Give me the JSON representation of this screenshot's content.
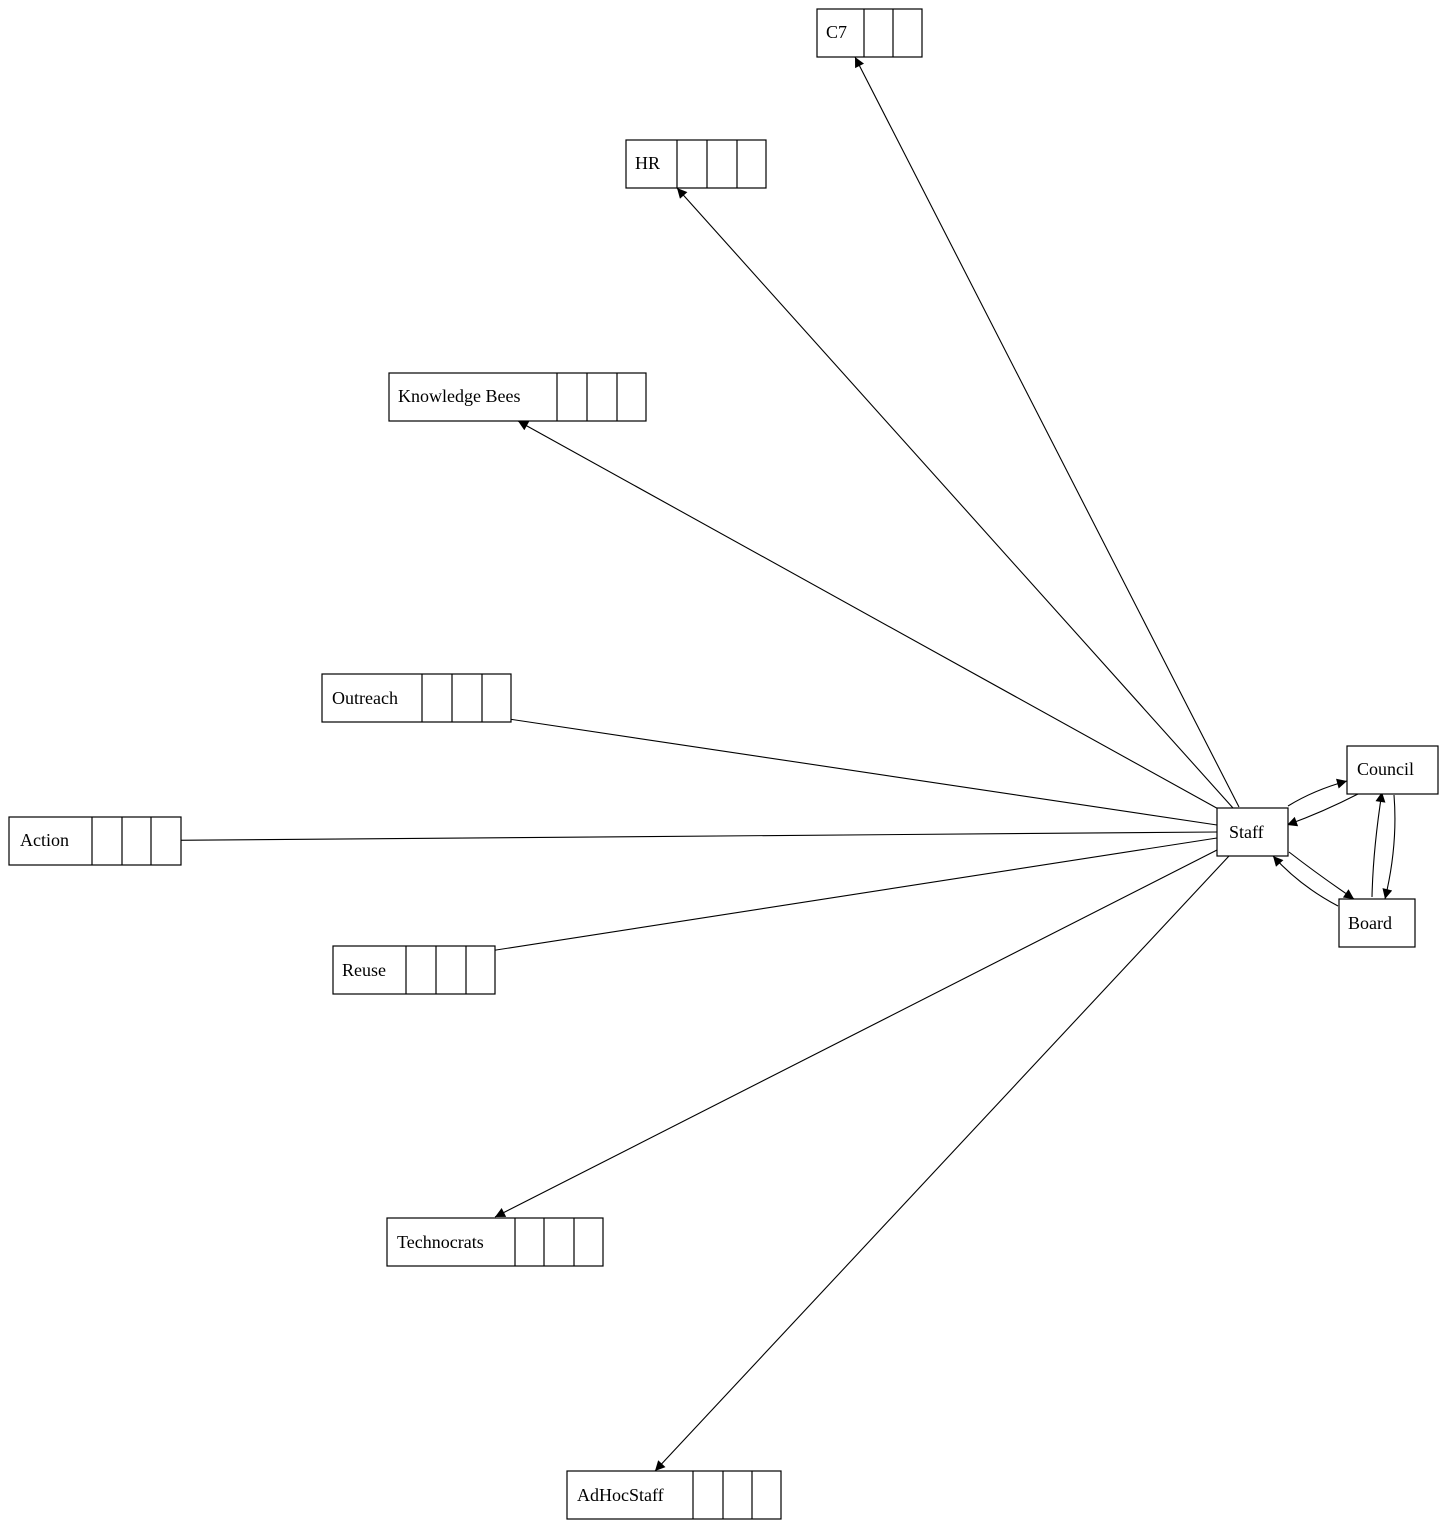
{
  "diagram": {
    "nodes": {
      "c7": {
        "label": "C7",
        "cells": 2
      },
      "hr": {
        "label": "HR",
        "cells": 3
      },
      "knowledge_bees": {
        "label": "Knowledge Bees",
        "cells": 3
      },
      "outreach": {
        "label": "Outreach",
        "cells": 3
      },
      "action": {
        "label": "Action",
        "cells": 3
      },
      "reuse": {
        "label": "Reuse",
        "cells": 3
      },
      "technocrats": {
        "label": "Technocrats",
        "cells": 3
      },
      "adhocstaff": {
        "label": "AdHocStaff",
        "cells": 3
      },
      "staff": {
        "label": "Staff",
        "cells": 0
      },
      "council": {
        "label": "Council",
        "cells": 0
      },
      "board": {
        "label": "Board",
        "cells": 0
      }
    },
    "edges": [
      {
        "from": "Staff",
        "to": "C7"
      },
      {
        "from": "Staff",
        "to": "HR"
      },
      {
        "from": "Staff",
        "to": "Knowledge Bees"
      },
      {
        "from": "Staff",
        "to": "Outreach"
      },
      {
        "from": "Staff",
        "to": "Action"
      },
      {
        "from": "Staff",
        "to": "Reuse"
      },
      {
        "from": "Staff",
        "to": "Technocrats"
      },
      {
        "from": "Staff",
        "to": "AdHocStaff"
      },
      {
        "from": "Staff",
        "to": "Council"
      },
      {
        "from": "Council",
        "to": "Staff"
      },
      {
        "from": "Staff",
        "to": "Board"
      },
      {
        "from": "Board",
        "to": "Staff"
      },
      {
        "from": "Board",
        "to": "Council"
      },
      {
        "from": "Council",
        "to": "Board"
      }
    ]
  }
}
